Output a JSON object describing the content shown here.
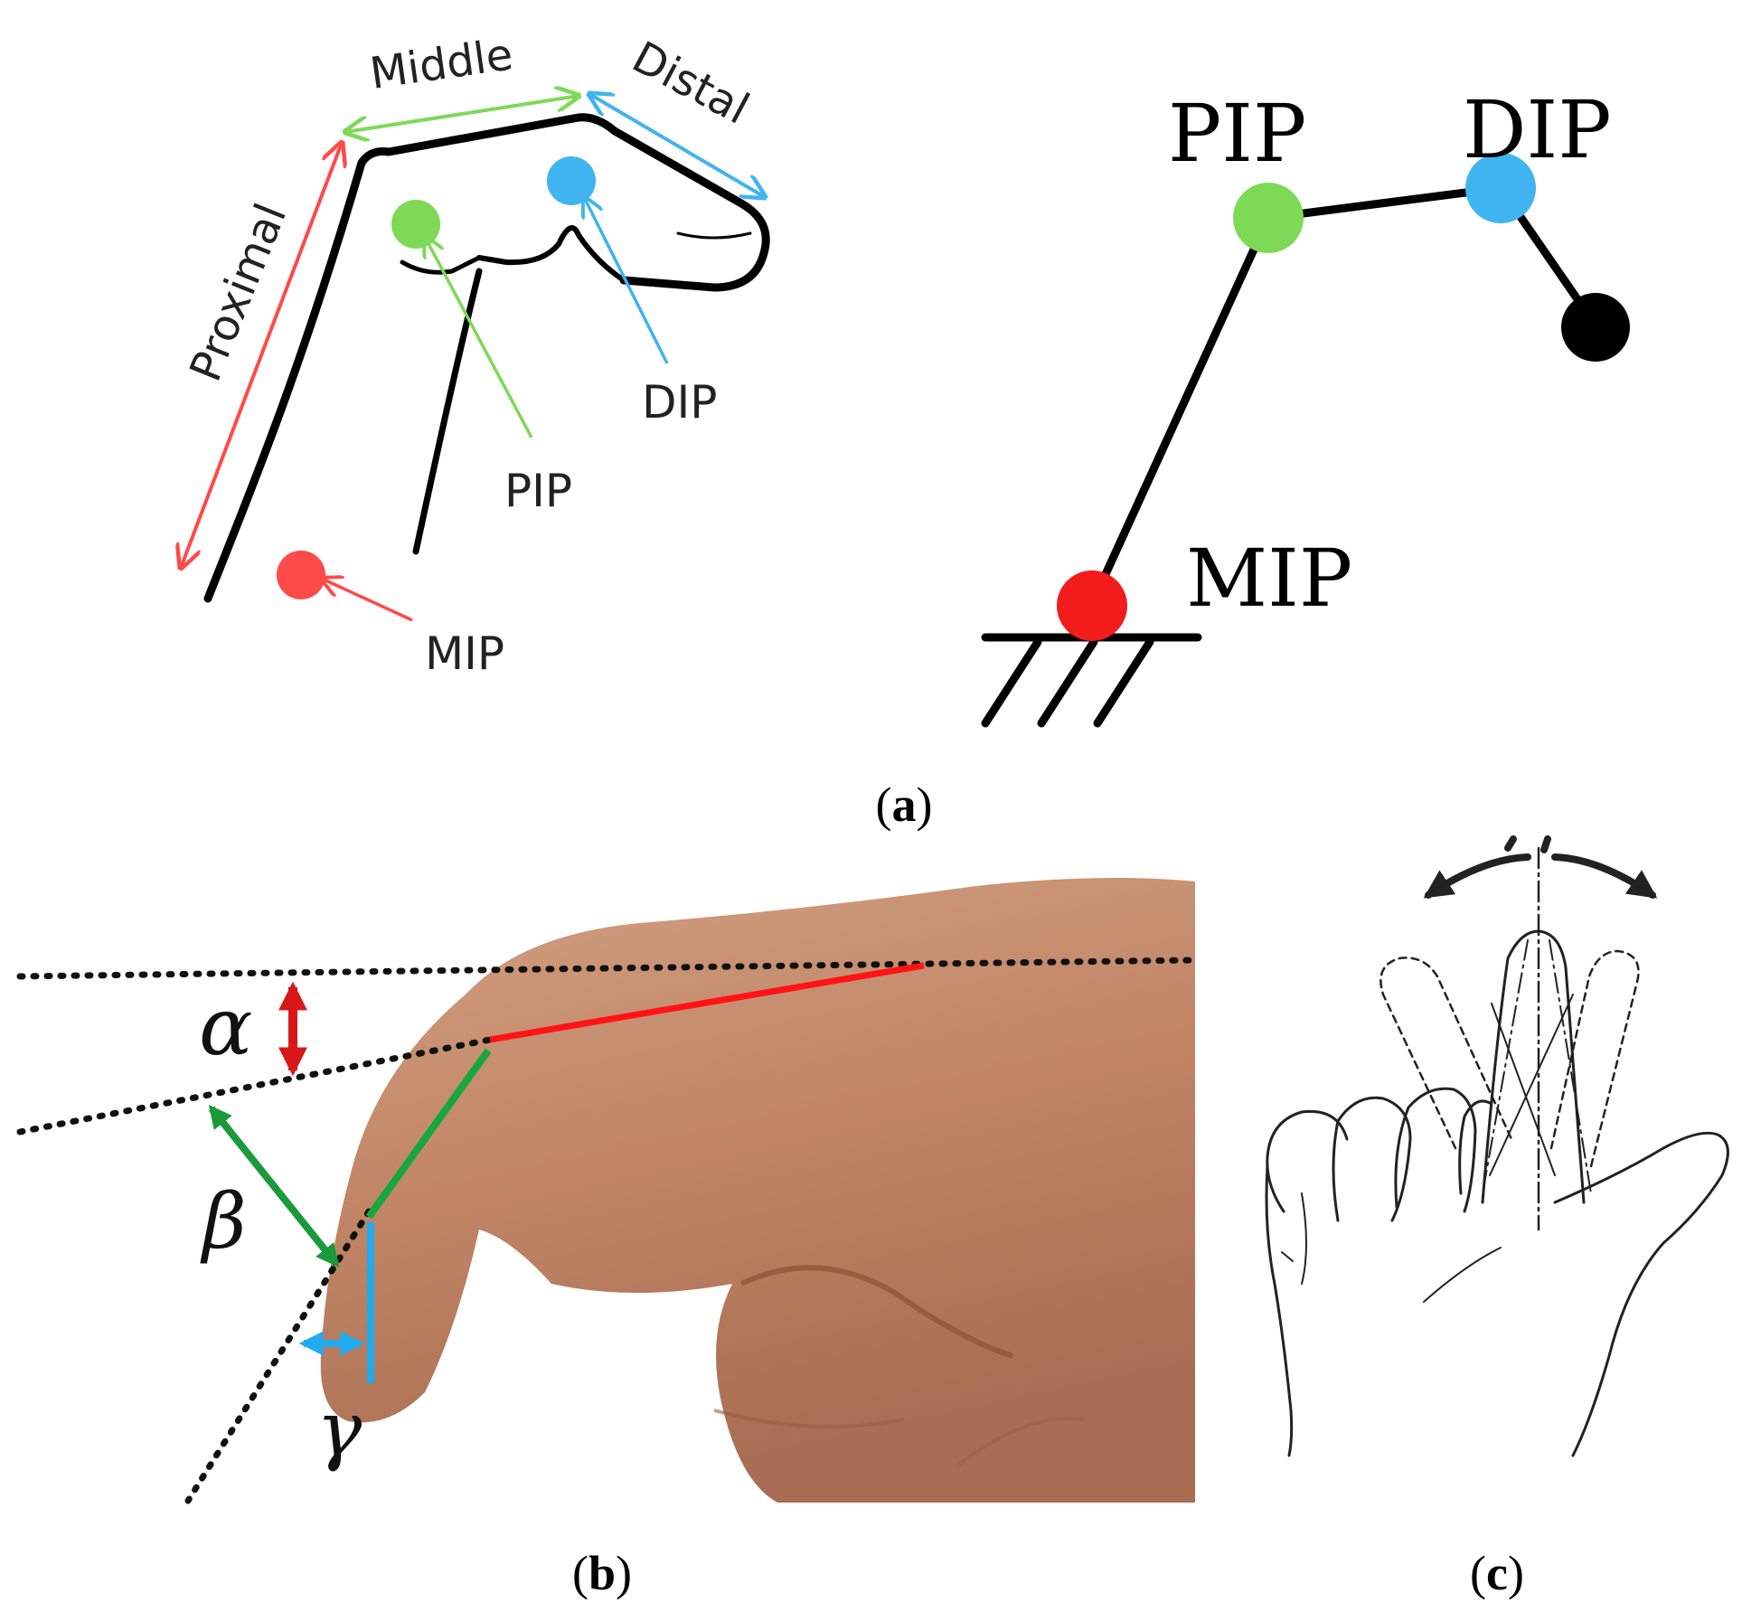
{
  "colors": {
    "red": "#ff4a4a",
    "green": "#7ed957",
    "blue": "#40b4f0",
    "black": "#000000",
    "skin": "#c48a6a"
  },
  "panel_a": {
    "sketch": {
      "segments": {
        "proximal": "Proximal",
        "middle": "Middle",
        "distal": "Distal"
      },
      "joints": {
        "dip": "DIP",
        "pip": "PIP",
        "mip": "MIP"
      }
    },
    "model": {
      "joints": {
        "pip": "PIP",
        "dip": "DIP",
        "mip": "MIP"
      }
    },
    "caption": {
      "open": "(",
      "letter": "a",
      "close": ")"
    }
  },
  "panel_b": {
    "angles": {
      "alpha": "α",
      "beta": "β",
      "gamma": "γ"
    },
    "caption": {
      "open": "(",
      "letter": "b",
      "close": ")"
    }
  },
  "panel_c": {
    "caption": {
      "open": "(",
      "letter": "c",
      "close": ")"
    }
  },
  "icons": [
    "ground-hatch-icon",
    "finger-sketch-icon",
    "hand-photo-icon",
    "hand-sketch-icon"
  ]
}
